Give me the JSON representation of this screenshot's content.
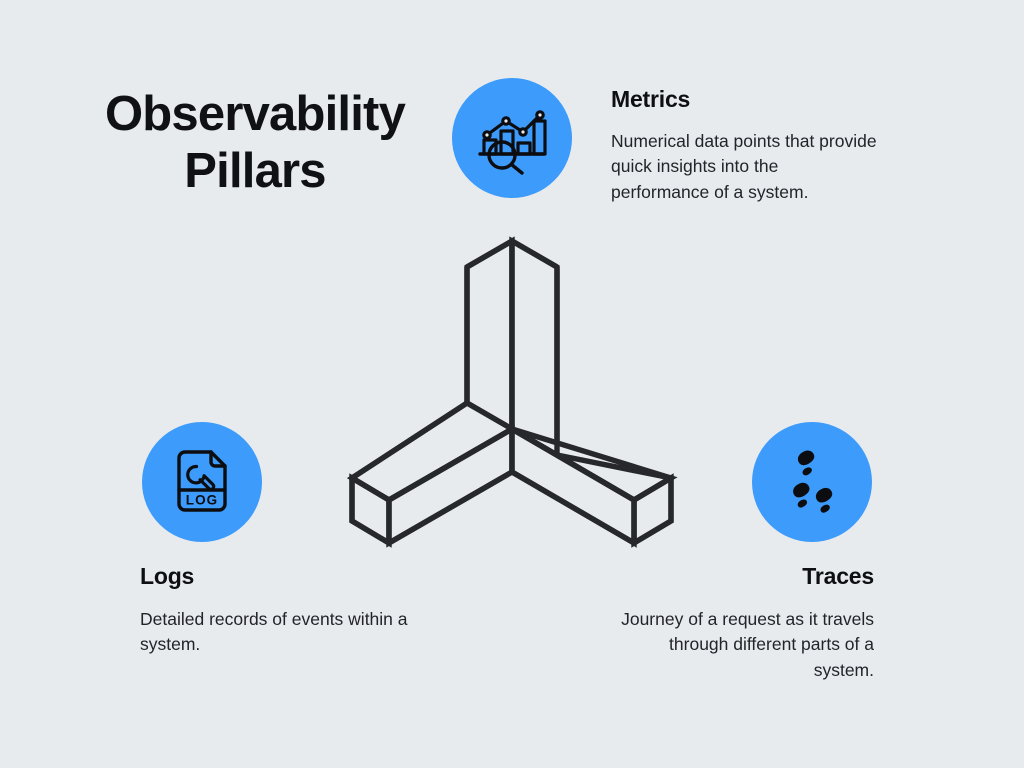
{
  "theme": {
    "background": "#e8ebee",
    "accent_blue": "#3d9bfb",
    "ink": "#101114",
    "body_text": "#222429"
  },
  "title": {
    "line1": "Observability",
    "line2": "Pillars"
  },
  "pillars": [
    {
      "id": "metrics",
      "heading": "Metrics",
      "body": "Numerical data points that provide quick insights into the performance of a system.",
      "icon": "bar-chart-magnifier-icon"
    },
    {
      "id": "logs",
      "heading": "Logs",
      "body": "Detailed records of events within a system.",
      "icon": "log-file-wrench-icon",
      "icon_label": "LOG"
    },
    {
      "id": "traces",
      "heading": "Traces",
      "body": "Journey of a request as it travels through different parts of a system.",
      "icon": "footprints-icon"
    }
  ],
  "center_graphic": {
    "name": "isometric-three-pillar-shape"
  }
}
